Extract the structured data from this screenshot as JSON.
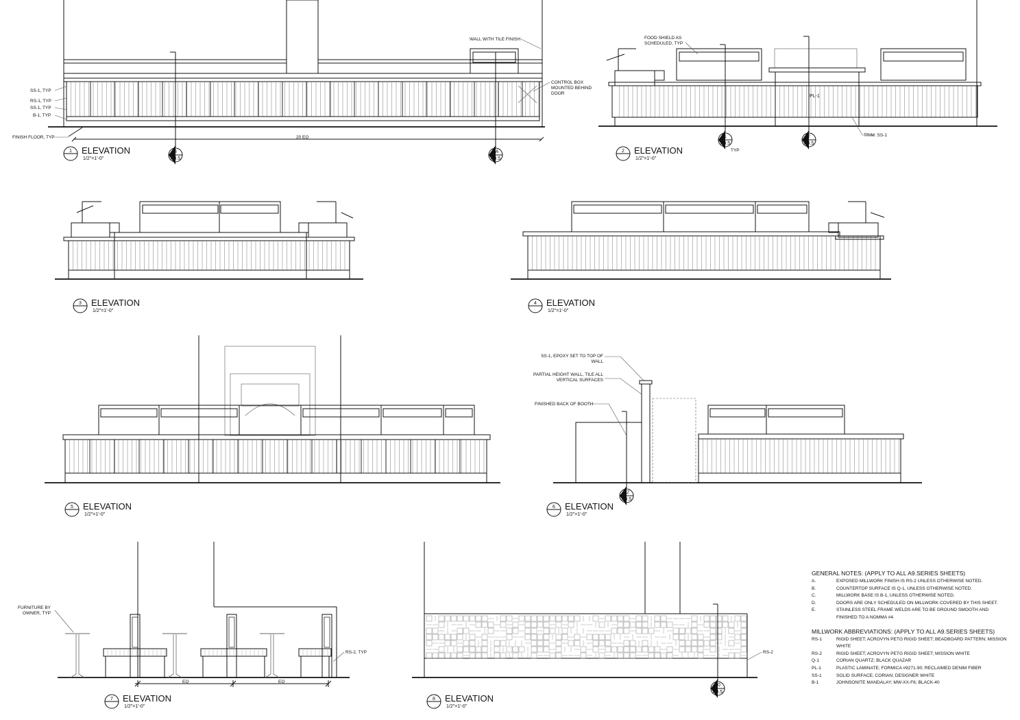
{
  "elevations": [
    {
      "num": "1",
      "title": "ELEVATION",
      "scale": "1/2\"=1'-0\""
    },
    {
      "num": "2",
      "title": "ELEVATION",
      "scale": "1/2\"=1'-0\""
    },
    {
      "num": "3",
      "title": "ELEVATION",
      "scale": "1/2\"=1'-0\""
    },
    {
      "num": "4",
      "title": "ELEVATION",
      "scale": "1/2\"=1'-0\""
    },
    {
      "num": "5",
      "title": "ELEVATION",
      "scale": "1/2\"=1'-0\""
    },
    {
      "num": "6",
      "title": "ELEVATION",
      "scale": "1/2\"=1'-0\""
    },
    {
      "num": "7",
      "title": "ELEVATION",
      "scale": "1/2\"=1'-0\""
    },
    {
      "num": "8",
      "title": "ELEVATION",
      "scale": "1/2\"=1'-0\""
    }
  ],
  "callouts": {
    "ss1_typ": "SS-1, TYP",
    "rs1_typ": "RS-1, TYP",
    "ss1_typ2": "SS-1, TYP",
    "b1_typ": "B-1, TYP",
    "finish_floor": "FINISH FLOOR, TYP",
    "dim_20eq": "20 EQ",
    "wall_tile": "WALL WITH TILE FINISH",
    "control_box_1": "CONTROL BOX",
    "control_box_2": "MOUNTED BEHIND",
    "control_box_3": "DOOR",
    "food_shield_1": "FOOD SHIELD AS",
    "food_shield_2": "SCHEDULED, TYP",
    "pl1": "PL-1",
    "trim": "TRIM: SS-1",
    "typ": "TYP",
    "ss1_epoxy_1": "SS-1, EPOXY SET TO TOP OF",
    "ss1_epoxy_2": "WALL",
    "partial_wall_1": "PARTIAL HEIGHT WALL, TILE ALL",
    "partial_wall_2": "VERTICAL SURFACES",
    "finished_back": "FINISHED BACK OF BOOTH",
    "furniture_1": "FURNITURE BY",
    "furniture_2": "OWNER, TYP",
    "rs2_typ": "RS-2, TYP",
    "eq": "EQ",
    "rs2": "RS-2"
  },
  "section_marks": [
    {
      "top": "3",
      "bottom": "A9.5"
    },
    {
      "top": "3A",
      "bottom": "A9.5"
    },
    {
      "top": "1",
      "bottom": "A9.5"
    },
    {
      "top": "2",
      "bottom": "A9.5"
    },
    {
      "top": "12",
      "bottom": "A9.5"
    },
    {
      "top": "10",
      "bottom": "A9.5"
    }
  ],
  "general_notes": {
    "title": "GENERAL NOTES: (APPLY TO ALL A9.SERIES SHEETS)",
    "items": [
      {
        "key": "A.",
        "text": "EXPOSED MILLWORK FINISH IS RS-2 UNLESS OTHERWISE NOTED."
      },
      {
        "key": "B.",
        "text": "COUNTERTOP SURFACE IS Q-1, UNLESS OTHERWISE NOTED."
      },
      {
        "key": "C.",
        "text": "MILLWORK BASE IS B-1, UNLESS OTHERWISE NOTED."
      },
      {
        "key": "D.",
        "text": "DOORS ARE ONLY SCHEDULED ON MILLWORK COVERED BY THIS SHEET."
      },
      {
        "key": "E.",
        "text": "STAINLESS STEEL FRAME WELDS ARE TO BE GROUND SMOOTH AND\nFINISHED TO A NOMMA #4."
      }
    ]
  },
  "abbreviations": {
    "title": "MILLWORK ABBREVIATIONS: (APPLY TO ALL A9.SERIES SHEETS)",
    "items": [
      {
        "key": "RS-1",
        "text": "RIGID SHEET; ACROVYN PETG RIGID SHEET; BEADBOARD PATTERN; MISSION WHITE"
      },
      {
        "key": "RS-2",
        "text": "RIGID SHEET; ACROVYN PETG RIGID SHEET; MISSION WHITE"
      },
      {
        "key": "Q-1",
        "text": "CORIAN QUARTZ; BLACK QUAZAR"
      },
      {
        "key": "PL-1",
        "text": "PLASTIC LAMINATE; FORMICA #9271-90; RECLAIMED DENIM FIBER"
      },
      {
        "key": "SS-1",
        "text": "SOLID SURFACE; CORIAN; DESIGNER WHITE"
      },
      {
        "key": "B-1",
        "text": "JOHNSONITE MANDALAY; MW-XX-F6; BLACK-40"
      }
    ]
  },
  "colors": {
    "ink": "#111111",
    "paper": "#ffffff",
    "light_ink": "#555555"
  }
}
